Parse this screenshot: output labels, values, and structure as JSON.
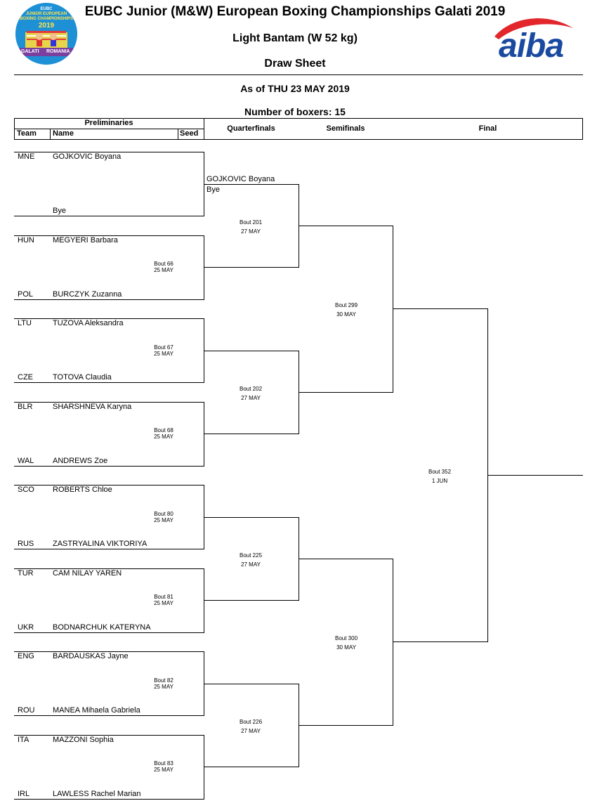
{
  "header": {
    "title": "EUBC Junior (M&W) European Boxing Championships Galati 2019",
    "category": "Light Bantam (W 52 kg)",
    "sheet": "Draw Sheet",
    "as_of": "As of THU 23 MAY 2019",
    "num_boxers": "Number of boxers: 15"
  },
  "logo_left": {
    "line1": "EUBC",
    "line2": "JUNIOR EUROPEAN",
    "line3": "BOXING CHAMPIONSHIPS",
    "year": "2019",
    "city": "GALATI",
    "country": "ROMANIA"
  },
  "logo_right": {
    "text": "aiba",
    "color": "#1a4aa0",
    "accent": "#e2262b"
  },
  "columns": {
    "preliminaries": "Preliminaries",
    "team": "Team",
    "name": "Name",
    "seed": "Seed",
    "quarterfinals": "Quarterfinals",
    "semifinals": "Semifinals",
    "final": "Final"
  },
  "entries": [
    {
      "team": "MNE",
      "name": "GOJKOVIC Boyana"
    },
    {
      "team": "",
      "name": "Bye"
    },
    {
      "team": "HUN",
      "name": "MEGYERI Barbara"
    },
    {
      "team": "POL",
      "name": "BURCZYK Zuzanna"
    },
    {
      "team": "LTU",
      "name": "TUZOVA Aleksandra"
    },
    {
      "team": "CZE",
      "name": "TOTOVA Claudia"
    },
    {
      "team": "BLR",
      "name": "SHARSHNEVA Karyna"
    },
    {
      "team": "WAL",
      "name": "ANDREWS Zoe"
    },
    {
      "team": "SCO",
      "name": "ROBERTS Chloe"
    },
    {
      "team": "RUS",
      "name": "ZASTRYALINA VIKTORIYA"
    },
    {
      "team": "TUR",
      "name": "CAM NILAY YAREN"
    },
    {
      "team": "UKR",
      "name": "BODNARCHUK KATERYNA"
    },
    {
      "team": "ENG",
      "name": "BARDAUSKAS Jayne"
    },
    {
      "team": "ROU",
      "name": "MANEA Mihaela Gabriela"
    },
    {
      "team": "ITA",
      "name": "MAZZONI Sophia"
    },
    {
      "team": "IRL",
      "name": "LAWLESS Rachel Marian"
    }
  ],
  "prelim_bouts": [
    {
      "bout": "Bout 66",
      "date": "25 MAY"
    },
    {
      "bout": "Bout 67",
      "date": "25 MAY"
    },
    {
      "bout": "Bout 68",
      "date": "25 MAY"
    },
    {
      "bout": "Bout 80",
      "date": "25 MAY"
    },
    {
      "bout": "Bout 81",
      "date": "25 MAY"
    },
    {
      "bout": "Bout 82",
      "date": "25 MAY"
    },
    {
      "bout": "Bout 83",
      "date": "25 MAY"
    }
  ],
  "qf_advanced": {
    "name": "GOJKOVIC Boyana",
    "note": "Bye"
  },
  "qf_bouts": [
    {
      "bout": "Bout 201",
      "date": "27 MAY"
    },
    {
      "bout": "Bout 202",
      "date": "27 MAY"
    },
    {
      "bout": "Bout 225",
      "date": "27 MAY"
    },
    {
      "bout": "Bout 226",
      "date": "27 MAY"
    }
  ],
  "sf_bouts": [
    {
      "bout": "Bout 299",
      "date": "30 MAY"
    },
    {
      "bout": "Bout 300",
      "date": "30 MAY"
    }
  ],
  "final_bout": {
    "bout": "Bout 352",
    "date": "1 JUN"
  }
}
